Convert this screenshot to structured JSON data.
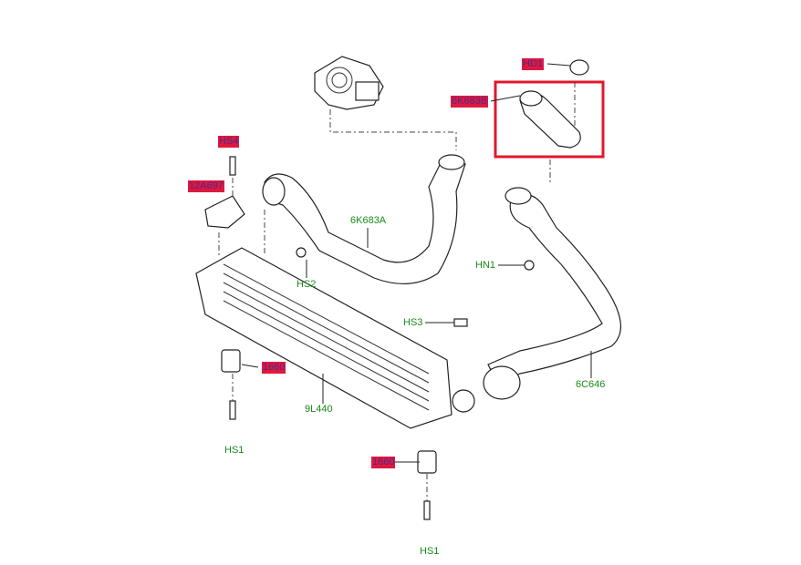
{
  "labels": {
    "hd1": "HD1",
    "k683b": "6K683B",
    "hs4": "HS4",
    "a697": "12A697",
    "k683a": "6K683A",
    "hs2": "HS2",
    "hn1": "HN1",
    "hs3": "HS3",
    "p1660_left": "1660",
    "p1660_bottom": "1660",
    "l440": "9L440",
    "c646": "6C646",
    "hs1_left": "HS1",
    "hs1_bottom": "HS1"
  },
  "colors": {
    "highlight_box": "#e0182c",
    "callout_fill": "#e0183c",
    "callout_text": "#4a2a9a",
    "part_number_text": "#1a8a1a"
  }
}
